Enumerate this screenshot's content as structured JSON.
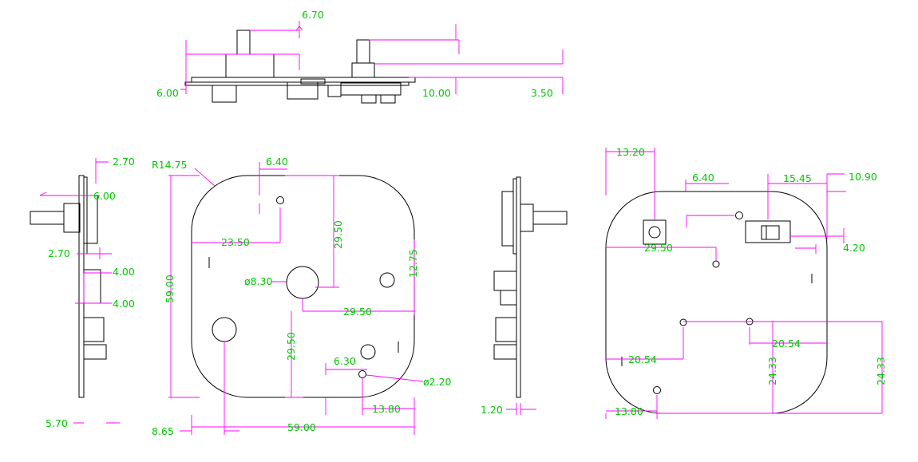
{
  "colors": {
    "outline": "#000000",
    "dimension": "#ff00ff",
    "text": "#00c800",
    "background": "#ffffff"
  },
  "top_view": {
    "d1": "6.70",
    "d2": "6.00",
    "d3": "10.00",
    "d4": "3.50"
  },
  "left_view": {
    "d1": "2.70",
    "d2": "6.00",
    "d3": "2.70",
    "d4": "4.00",
    "d5": "4.00",
    "d6": "5.70"
  },
  "front_view": {
    "radius": "R14.75",
    "d1": "6.40",
    "d2": "29.50",
    "d3": "23.50",
    "d4": "12.75",
    "d5": "59.00",
    "d6": "ø8.30",
    "d7": "29.50",
    "d8": "29.50",
    "d9": "6.30",
    "d10": "ø2.20",
    "d11": "13.80",
    "d12": "8.65",
    "d13": "59.00"
  },
  "right_view": {
    "d1": "1.20"
  },
  "back_view": {
    "d1": "13.20",
    "d2": "6.40",
    "d3": "15.45",
    "d4": "10.90",
    "d5": "29.50",
    "d6": "4.20",
    "d7": "20.54",
    "d8": "20.54",
    "d9": "24.33",
    "d10": "24.33",
    "d11": "13.80"
  }
}
